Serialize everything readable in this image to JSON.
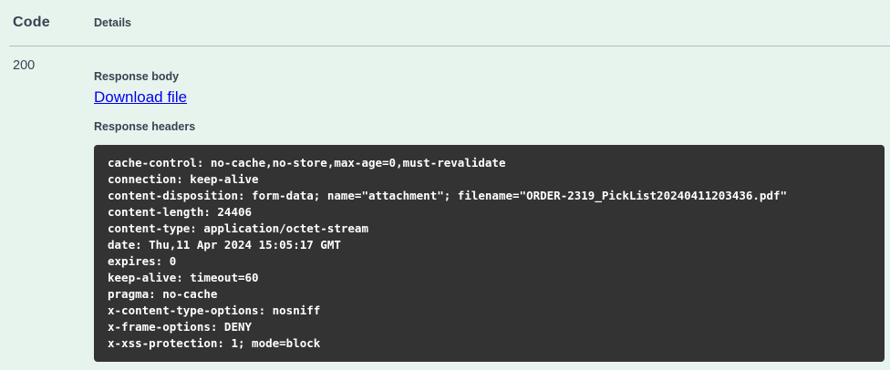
{
  "responses_table": {
    "code_header": "Code",
    "details_header": "Details"
  },
  "response": {
    "code": "200",
    "response_body_label": "Response body",
    "download_link_label": "Download file",
    "response_headers_label": "Response headers",
    "headers": [
      {
        "name": "cache-control",
        "value": "no-cache,no-store,max-age=0,must-revalidate"
      },
      {
        "name": "connection",
        "value": "keep-alive"
      },
      {
        "name": "content-disposition",
        "value": "form-data; name=\"attachment\"; filename=\"ORDER-2319_PickList20240411203436.pdf\""
      },
      {
        "name": "content-length",
        "value": "24406"
      },
      {
        "name": "content-type",
        "value": "application/octet-stream"
      },
      {
        "name": "date",
        "value": "Thu,11 Apr 2024 15:05:17 GMT"
      },
      {
        "name": "expires",
        "value": "0"
      },
      {
        "name": "keep-alive",
        "value": "timeout=60"
      },
      {
        "name": "pragma",
        "value": "no-cache"
      },
      {
        "name": "x-content-type-options",
        "value": "nosniff"
      },
      {
        "name": "x-frame-options",
        "value": "DENY"
      },
      {
        "name": "x-xss-protection",
        "value": "1; mode=block"
      }
    ]
  },
  "colors": {
    "page_background": "#e7f4ee",
    "code_block_background": "#333333",
    "code_block_text": "#ffffff",
    "heading_text": "#3b4151",
    "link": "#0000ee",
    "divider": "#aebcb6"
  }
}
